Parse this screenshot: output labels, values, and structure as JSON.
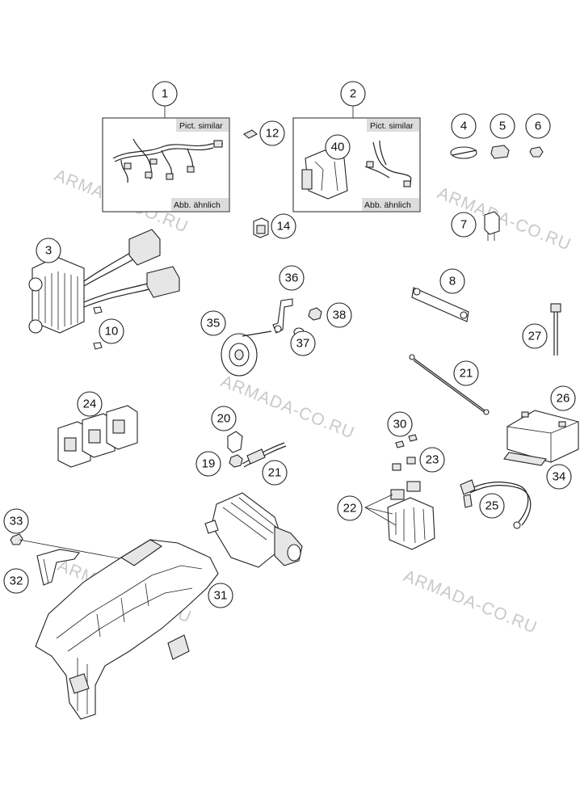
{
  "watermarks": [
    "ARMADA-CO.RU",
    "ARMADA-CO.RU",
    "ARMADA-CO.RU",
    "ARMADA-CO.RU",
    "ARMADA-CO.RU"
  ],
  "detail_boxes": [
    {
      "top_label": "Pict. similar",
      "bottom_label": "Abb. ähnlich"
    },
    {
      "top_label": "Pict. similar",
      "bottom_label": "Abb. ähnlich"
    }
  ],
  "callouts": [
    "1",
    "2",
    "3",
    "4",
    "5",
    "6",
    "7",
    "8",
    "10",
    "12",
    "14",
    "19",
    "20",
    "21",
    "21",
    "22",
    "23",
    "24",
    "25",
    "26",
    "27",
    "30",
    "31",
    "32",
    "33",
    "34",
    "35",
    "36",
    "37",
    "38",
    "40"
  ]
}
